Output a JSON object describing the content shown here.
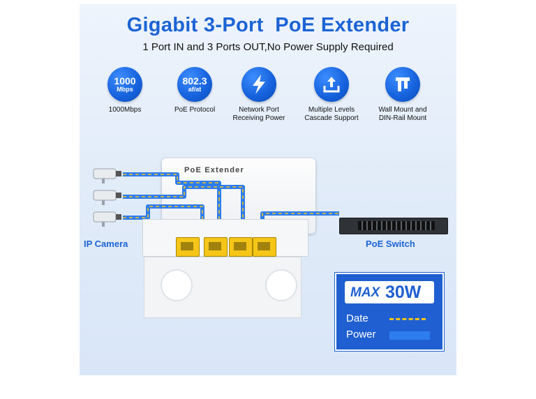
{
  "header": {
    "title": "Gigabit 3-Port  PoE Extender",
    "subtitle": "1 Port IN and 3 Ports OUT,No Power Supply Required"
  },
  "features": [
    {
      "icon_line1": "1000",
      "icon_line2": "Mbps",
      "label": "1000Mbps"
    },
    {
      "icon_line1": "802.3",
      "icon_line2": "af/at",
      "label": "PoE Protocol"
    },
    {
      "icon": "lightning-icon",
      "label": "Network Port Receiving Power"
    },
    {
      "icon": "upload-tray-icon",
      "label": "Multiple Levels Cascade Support"
    },
    {
      "icon": "mount-tool-icon",
      "label": "Wall Mount and DIN-Rail Mount"
    }
  ],
  "device": {
    "label": "PoE Extender"
  },
  "diagram": {
    "camera_label": "IP Camera",
    "switch_label": "PoE Switch"
  },
  "legend": {
    "max_prefix": "MAX",
    "max_value": "30W",
    "data_label": "Date",
    "power_label": "Power"
  },
  "colors": {
    "accent": "#1c64d6",
    "data_line": "#f5c518",
    "power_line": "#2d7cf0",
    "port": "#f5c518"
  }
}
